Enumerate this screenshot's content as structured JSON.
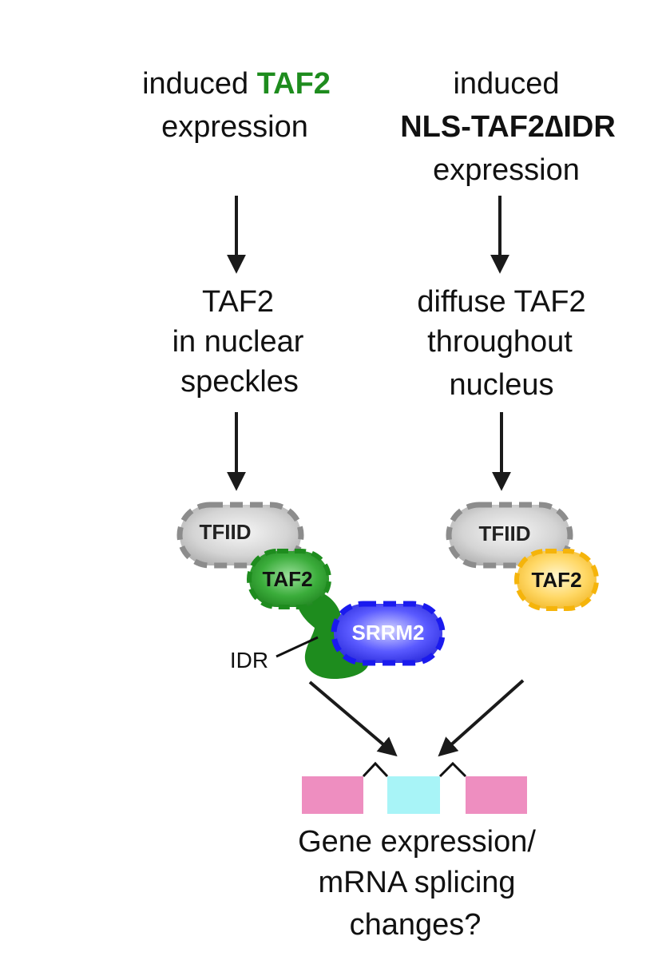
{
  "colors": {
    "taf2_green": "#1e8c1e",
    "nls_yellow": "#f5b40a",
    "tfiid_gray": "#8c8c8c",
    "srrm2_blue": "#1a1aee",
    "exon_pink": "#ee8ec0",
    "exon_cyan": "#a8f4f7",
    "text": "#111111"
  },
  "left": {
    "line1_plain": "induced ",
    "line1_highlight": "TAF2",
    "line2": "expression",
    "step2_line1": "TAF2",
    "step2_line2": "in nuclear",
    "step2_line3": "speckles",
    "tfiid": "TFIID",
    "taf2": "TAF2",
    "srrm2": "SRRM2",
    "idr": "IDR"
  },
  "right": {
    "line1": "induced",
    "line2_highlight": "NLS-TAF2∆IDR",
    "line3": "expression",
    "step2_line1": "diffuse TAF2",
    "step2_line2": "throughout",
    "step2_line3": "nucleus",
    "tfiid": "TFIID",
    "taf2": "TAF2"
  },
  "bottom": {
    "line1": "Gene expression/",
    "line2": "mRNA splicing",
    "line3": "changes?"
  }
}
